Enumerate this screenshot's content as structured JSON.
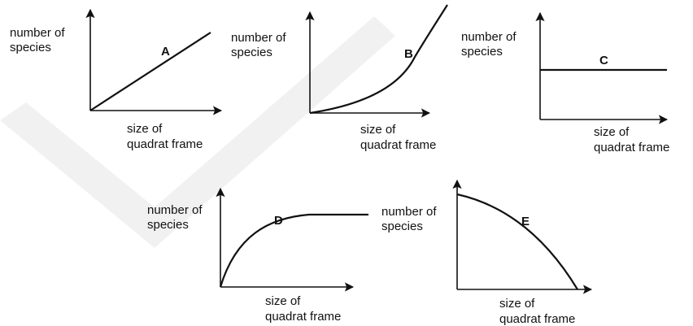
{
  "graphs": [
    {
      "letter": "A",
      "ylabel_line1": "number of",
      "ylabel_line2": "species",
      "xlabel_line1": "size of",
      "xlabel_line2": "quadrat frame",
      "shape": "linear increase"
    },
    {
      "letter": "B",
      "ylabel_line1": "number of",
      "ylabel_line2": "species",
      "xlabel_line1": "size of",
      "xlabel_line2": "quadrat frame",
      "shape": "accelerating increase"
    },
    {
      "letter": "C",
      "ylabel_line1": "number of",
      "ylabel_line2": "species",
      "xlabel_line1": "size of",
      "xlabel_line2": "quadrat frame",
      "shape": "constant"
    },
    {
      "letter": "D",
      "ylabel_line1": "number of",
      "ylabel_line2": "species",
      "xlabel_line1": "size of",
      "xlabel_line2": "quadrat frame",
      "shape": "increase levelling off"
    },
    {
      "letter": "E",
      "ylabel_line1": "number of",
      "ylabel_line2": "species",
      "xlabel_line1": "size of",
      "xlabel_line2": "quadrat frame",
      "shape": "decreasing"
    }
  ],
  "colors": {
    "ink": "#111111",
    "background": "#ffffff",
    "watermark": "#eeeeee"
  }
}
